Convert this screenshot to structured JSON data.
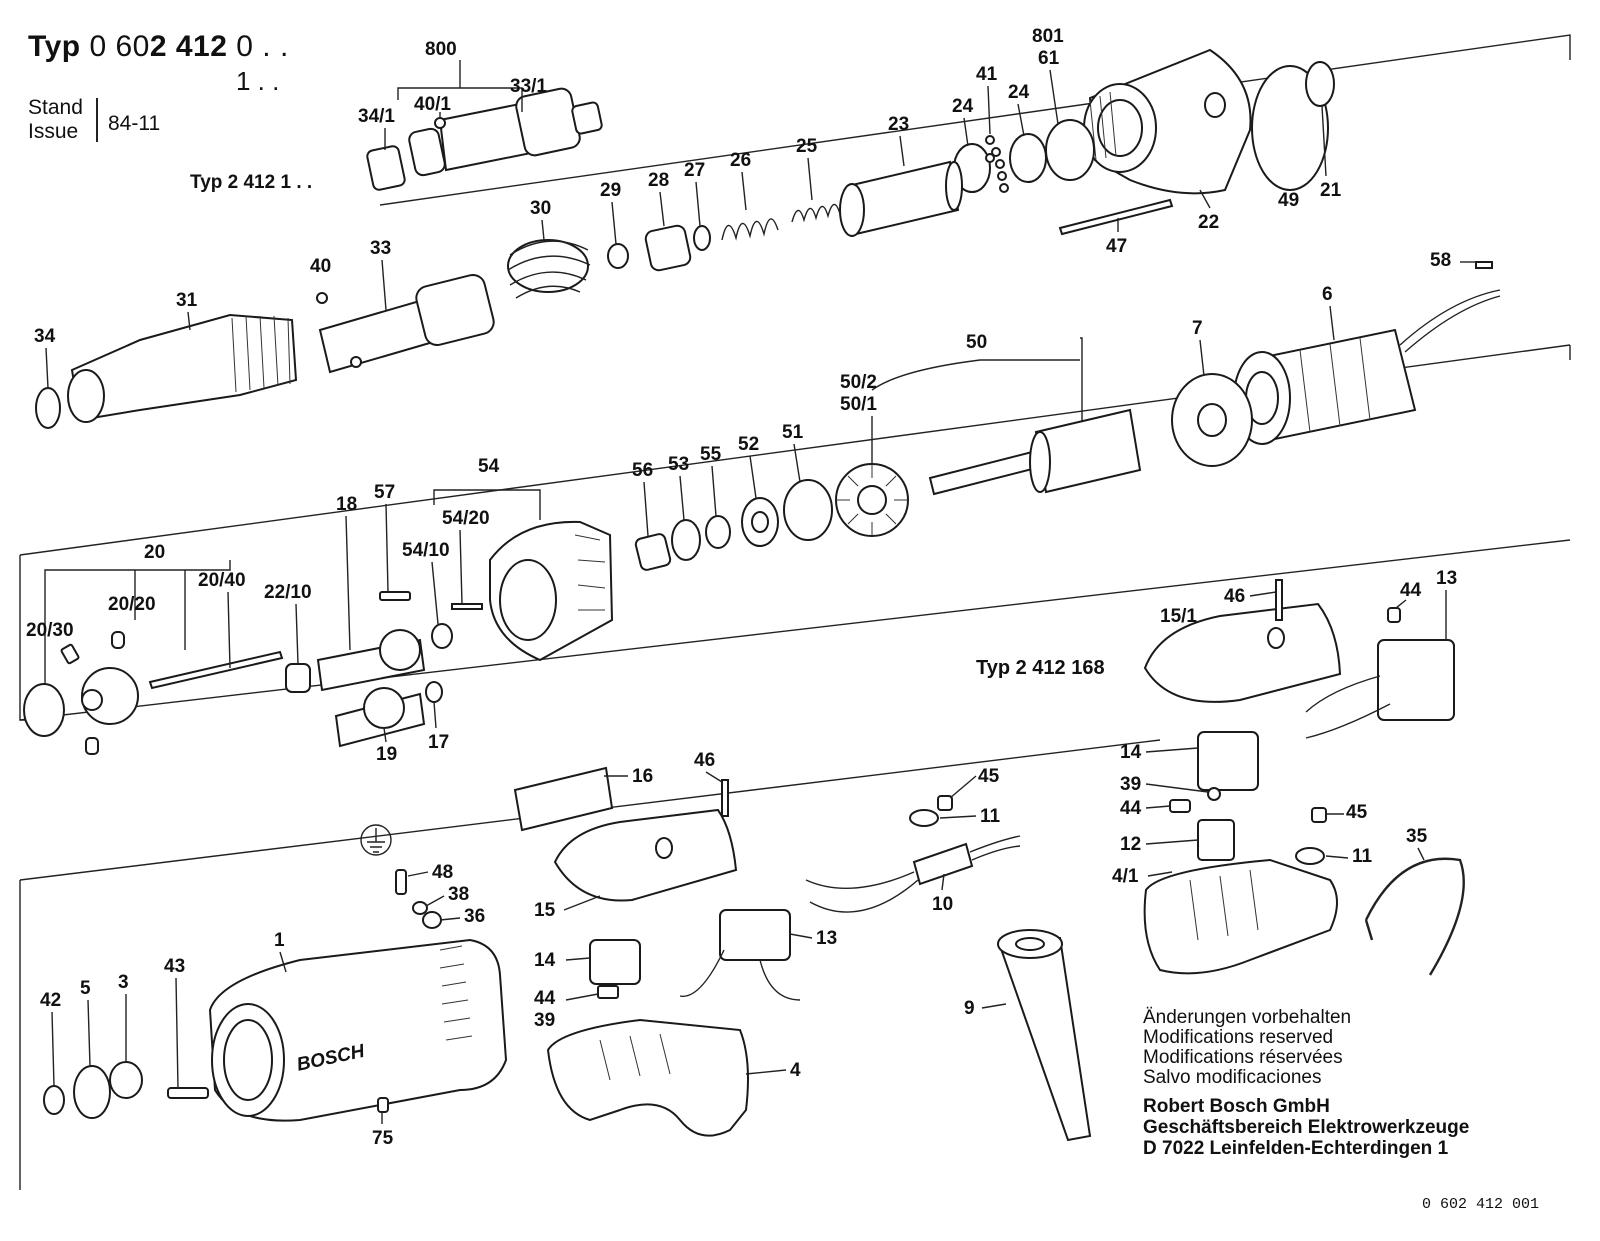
{
  "header": {
    "typ_prefix": "Typ",
    "typ_number_a": "0 60",
    "typ_number_b": "2 412",
    "typ_number_c": "0 . .",
    "typ_sub": "1 . .",
    "stand_line1": "Stand",
    "stand_line2": "Issue",
    "stand_date": "84-11"
  },
  "variants": {
    "typ_1": "Typ 2  412  1 . .",
    "typ_168": "Typ  2  412  168"
  },
  "labels": {
    "l800": "800",
    "l40_1": "40/1",
    "l33_1": "33/1",
    "l34_1": "34/1",
    "l801": "801",
    "l61": "61",
    "l41": "41",
    "l24a": "24",
    "l24b": "24",
    "l23": "23",
    "l49": "49",
    "l21": "21",
    "l22": "22",
    "l47": "47",
    "l25": "25",
    "l26": "26",
    "l27": "27",
    "l28": "28",
    "l29": "29",
    "l30": "30",
    "l33": "33",
    "l40": "40",
    "l31": "31",
    "l34": "34",
    "l58": "58",
    "l6": "6",
    "l7": "7",
    "l50": "50",
    "l50_2": "50/2",
    "l50_1": "50/1",
    "l51": "51",
    "l52": "52",
    "l55": "55",
    "l53": "53",
    "l56": "56",
    "l54": "54",
    "l54_20": "54/20",
    "l54_10": "54/10",
    "l57": "57",
    "l18": "18",
    "l20": "20",
    "l20_20": "20/20",
    "l20_40": "20/40",
    "l20_30": "20/30",
    "l22_10": "22/10",
    "l19": "19",
    "l17": "17",
    "l15_1": "15/1",
    "l46a": "46",
    "l44a": "44",
    "l13a": "13",
    "l14a": "14",
    "l39a": "39",
    "l44b": "44",
    "l12": "12",
    "l45a": "45",
    "l11a": "11",
    "l4_1": "4/1",
    "l35": "35",
    "l16": "16",
    "l46b": "46",
    "l45b": "45",
    "l11b": "11",
    "l10": "10",
    "l15": "15",
    "l13b": "13",
    "l14b": "14",
    "l44c": "44",
    "l39b": "39",
    "l4": "4",
    "l9": "9",
    "l48": "48",
    "l38": "38",
    "l36": "36",
    "l1": "1",
    "l43": "43",
    "l3": "3",
    "l5": "5",
    "l42": "42",
    "l75": "75"
  },
  "housing_brand": "BOSCH",
  "notes": [
    "Änderungen vorbehalten",
    "Modifications reserved",
    "Modifications réservées",
    "Salvo modificaciones"
  ],
  "company": [
    "Robert Bosch GmbH",
    "Geschäftsbereich Elektrowerkzeuge",
    "D 7022 Leinfelden-Echterdingen 1"
  ],
  "document_number": "0  602  412  001",
  "icons": {
    "ground": "ground-symbol-icon"
  }
}
